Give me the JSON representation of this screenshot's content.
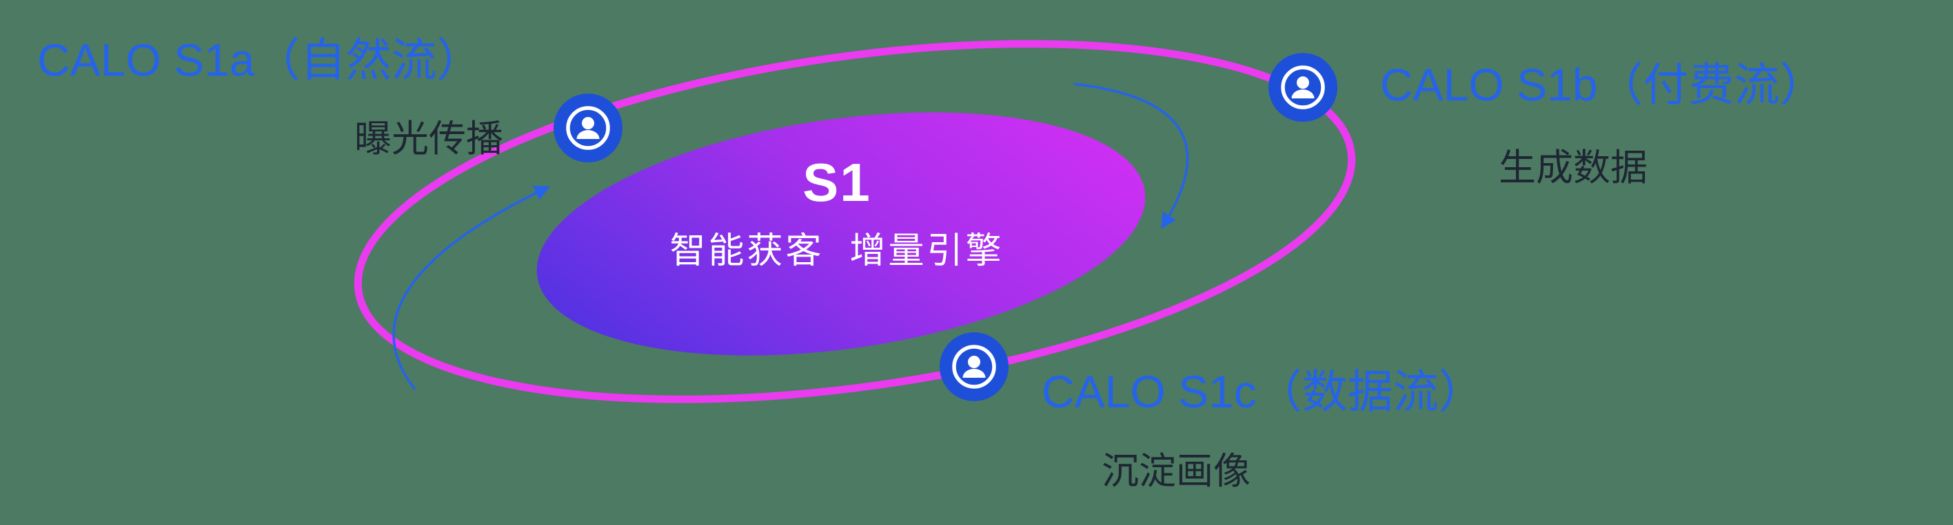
{
  "canvas": {
    "background_color": "#4d7a62"
  },
  "core": {
    "title": "S1",
    "subtitle": "智能获客  增量引擎"
  },
  "satellites": [
    {
      "id": "s1a",
      "title": "CALO S1a（自然流）",
      "subtitle": "曝光传播",
      "icon": "person-icon",
      "position": "top-left"
    },
    {
      "id": "s1b",
      "title": "CALO S1b（付费流）",
      "subtitle": "生成数据",
      "icon": "person-icon",
      "position": "top-right"
    },
    {
      "id": "s1c",
      "title": "CALO S1c（数据流）",
      "subtitle": "沉淀画像",
      "icon": "person-icon",
      "position": "bottom-center"
    }
  ],
  "arrows": [
    {
      "id": "left-arrow",
      "direction": "counterclockwise-up",
      "color": "#2563eb"
    },
    {
      "id": "right-arrow",
      "direction": "clockwise-down",
      "color": "#2563eb"
    }
  ],
  "colors": {
    "orbit_ring_pink": "#ea3bf0",
    "node_blue": "#1d4fd9",
    "label_blue": "#2563eb",
    "label_dark": "#1e2633",
    "core_gradient_start": "#4133e0",
    "core_gradient_end": "#d92ff4",
    "core_text": "#ffffff"
  }
}
